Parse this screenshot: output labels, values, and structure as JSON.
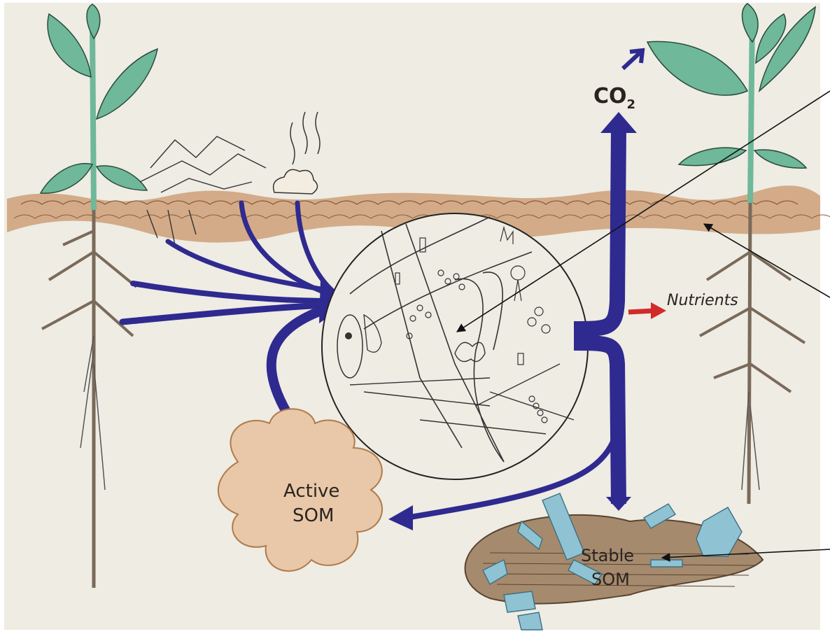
{
  "labels": {
    "co2": "CO",
    "co2_subscript": "2",
    "nutrients": "Nutrients",
    "active_som_line1": "Active",
    "active_som_line2": "SOM",
    "stable_som_line1": "Stable",
    "stable_som_line2": "SOM"
  },
  "colors": {
    "paper": "#eeece3",
    "soil": "#c9956a",
    "flow_arrow": "#2f2a8f",
    "nutrient_arrow": "#d22a2a",
    "leaf": "#6fb89a",
    "stem": "#7a6a5a",
    "crystal": "#8fc3d4",
    "pointer": "#111111"
  }
}
